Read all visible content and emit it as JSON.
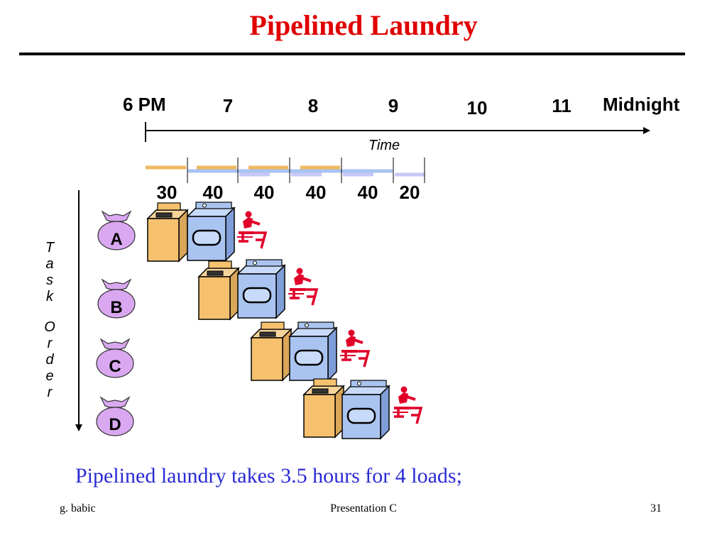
{
  "title": "Pipelined Laundry",
  "time_axis": {
    "labels": [
      "6 PM",
      "7",
      "8",
      "9",
      "10",
      "11",
      "Midnight"
    ],
    "axis_label": "Time"
  },
  "durations": [
    "30",
    "40",
    "40",
    "40",
    "40",
    "20"
  ],
  "task_order_label": "Task Order",
  "tasks": [
    {
      "id": "A"
    },
    {
      "id": "B"
    },
    {
      "id": "C"
    },
    {
      "id": "D"
    }
  ],
  "caption": "Pipelined laundry takes 3.5 hours for 4 loads;",
  "footer": {
    "left": "g. babic",
    "center": "Presentation C",
    "right": "31"
  },
  "colors": {
    "title": "#e00000",
    "caption": "#2a2ad6",
    "washer": "#f5c16e",
    "dryer": "#a9c4f0",
    "folder": "#e0002a",
    "bag": "#d9a8f0"
  }
}
